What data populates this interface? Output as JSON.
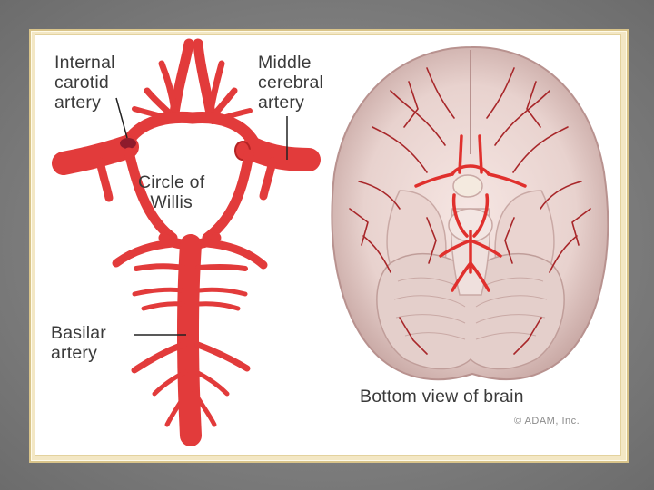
{
  "labels": {
    "internal_carotid": "Internal\ncarotid\nartery",
    "middle_cerebral": "Middle\ncerebral\nartery",
    "circle_of_willis": "Circle of\nWillis",
    "basilar": "Basilar\nartery",
    "bottom_view": "Bottom view of brain",
    "copyright": "© ADAM, Inc."
  },
  "colors": {
    "artery": "#e23b3b",
    "artery_dark": "#b52424",
    "brain": "#eedad6",
    "brain_shade": "#c7a9a6",
    "frame": "#f3e7c4",
    "background": "#848484"
  }
}
